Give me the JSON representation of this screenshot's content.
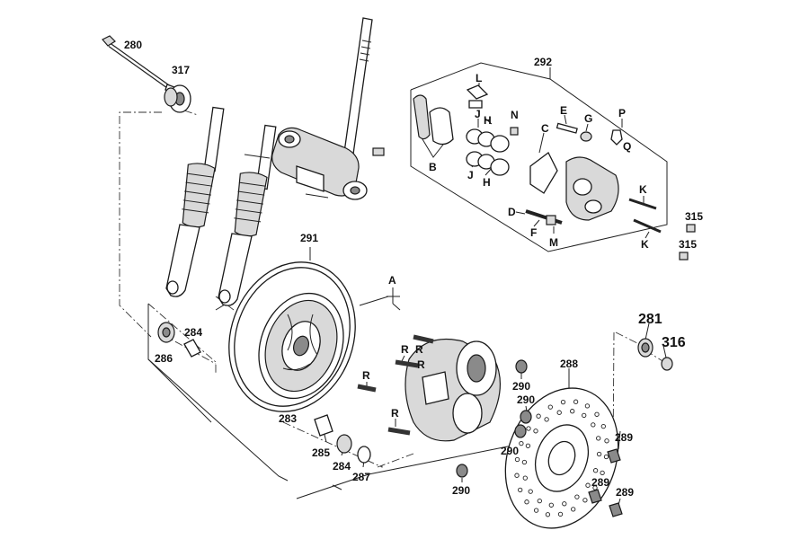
{
  "labels": {
    "p280": "280",
    "p317": "317",
    "p292": "292",
    "pL": "L",
    "pN": "N",
    "pE": "E",
    "pG": "G",
    "pP": "P",
    "pH1": "H",
    "pJ1": "J",
    "pC": "C",
    "pQ": "Q",
    "pB": "B",
    "pJ2": "J",
    "pH2": "H",
    "pK1": "K",
    "pD": "D",
    "pF": "F",
    "pM": "M",
    "pK2": "K",
    "p315a": "315",
    "p315b": "315",
    "p291": "291",
    "pA": "A",
    "p281": "281",
    "p316": "316",
    "p284a": "284",
    "p286": "286",
    "pR1": "R",
    "pR2": "R",
    "pR3": "R",
    "pR4": "R",
    "pR5": "R",
    "p288": "288",
    "p290a": "290",
    "p290b": "290",
    "p283": "283",
    "p290c": "290",
    "p289a": "289",
    "p285": "285",
    "p284b": "284",
    "p287": "287",
    "p289b": "289",
    "p289c": "289",
    "p290d": "290"
  }
}
